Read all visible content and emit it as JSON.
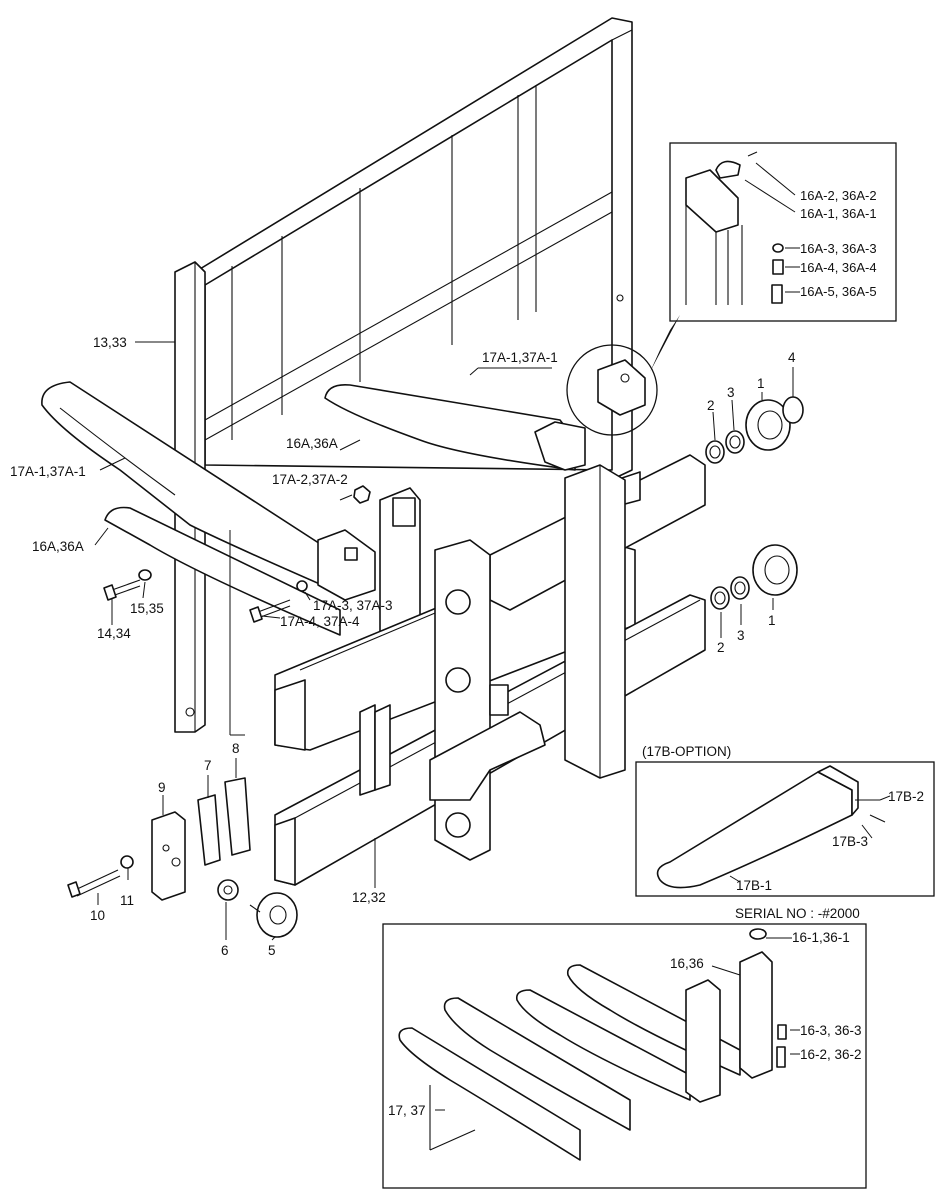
{
  "labels": {
    "l_13_33": "13,33",
    "l_17a1_top": "17A-1,37A-1",
    "l_16a_mid": "16A,36A",
    "l_17a2": "17A-2,37A-2",
    "l_17a1_left": "17A-1,37A-1",
    "l_16a_left": "16A,36A",
    "l_15_35": "15,35",
    "l_14_34": "14,34",
    "l_17a3": "17A-3, 37A-3",
    "l_17a4": "17A-4, 37A-4",
    "l_12_32": "12,32",
    "l_1a": "1",
    "l_2a": "2",
    "l_3a": "3",
    "l_4": "4",
    "l_1b": "1",
    "l_2b": "2",
    "l_3b": "3",
    "l_5": "5",
    "l_6": "6",
    "l_7": "7",
    "l_8": "8",
    "l_9": "9",
    "l_10": "10",
    "l_11": "11"
  },
  "detail": {
    "l_16a2": "16A-2, 36A-2",
    "l_16a1": "16A-1, 36A-1",
    "l_16a3": "16A-3, 36A-3",
    "l_16a4": "16A-4, 36A-4",
    "l_16a5": "16A-5, 36A-5"
  },
  "option": {
    "title": "(17B-OPTION)",
    "l_17b1": "17B-1",
    "l_17b2": "17B-2",
    "l_17b3": "17B-3"
  },
  "serial": {
    "title": "SERIAL NO : -#2000",
    "l_16_1": "16-1,36-1",
    "l_16_36": "16,36",
    "l_16_3": "16-3, 36-3",
    "l_16_2": "16-2, 36-2",
    "l_17_37": "17, 37"
  }
}
